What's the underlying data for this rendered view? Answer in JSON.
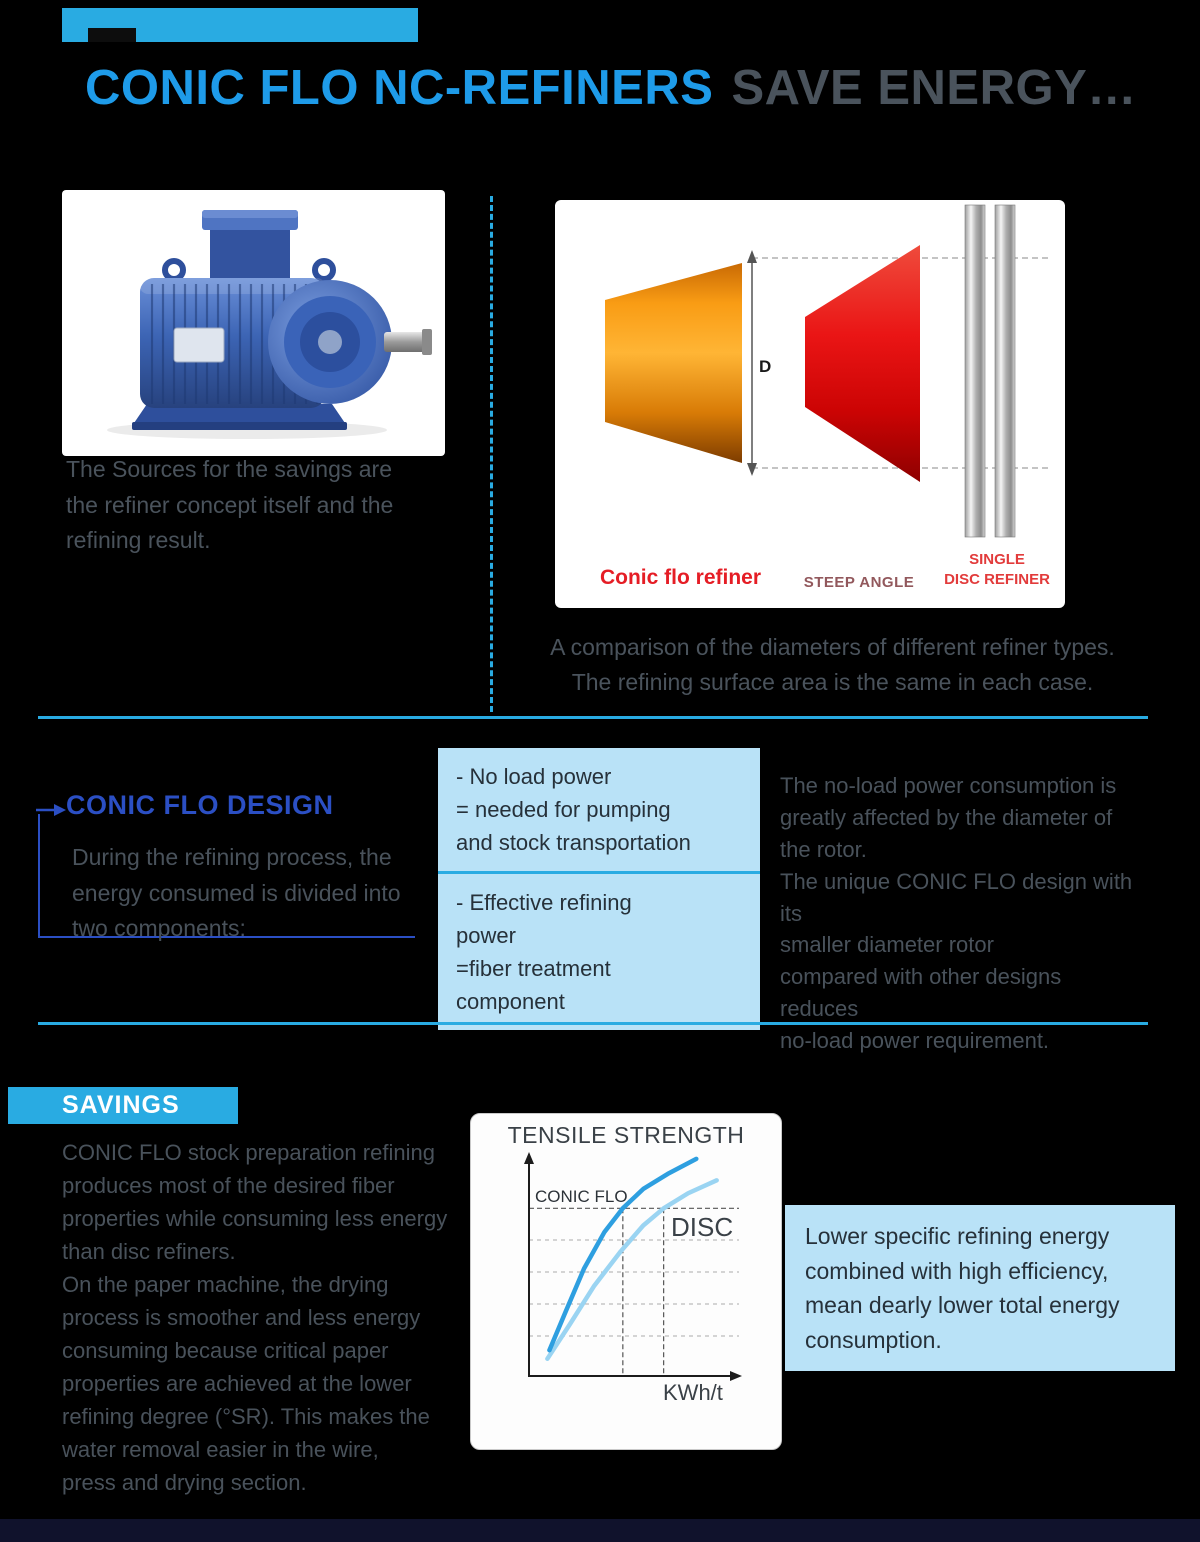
{
  "header": {
    "title_primary": "CONIC FLO NC-REFINERS",
    "title_secondary": "SAVE ENERGY…"
  },
  "intro": {
    "sources_text": "The Sources for the savings are\nthe refiner concept itself and the\nrefining result.",
    "diagram": {
      "dimension_label": "D",
      "label_conic": "Conic flo refiner",
      "label_steep": "STEEP ANGLE",
      "label_disc": "SINGLE\nDISC REFINER",
      "caption_line1": "A comparison of the diameters of different refiner types.",
      "caption_line2": "The refining surface area is the same in each case."
    }
  },
  "design": {
    "heading": "CONIC FLO DESIGN",
    "intro_text": "During the refining process, the\nenergy consumed is divided into\ntwo components:",
    "box_no_load": "- No load power\n= needed for pumping\nand stock transportation",
    "box_effective": "- Effective refining\npower\n=fiber treatment\ncomponent",
    "right_text": "The no-load power consumption is\ngreatly affected by the diameter of\nthe rotor.\nThe unique CONIC FLO design with its\nsmaller diameter rotor\ncompared with other designs reduces\nno-load power requirement."
  },
  "savings": {
    "heading": "SAVINGS",
    "para1": "CONIC FLO stock preparation refining\nproduces most of the desired fiber\nproperties while consuming less energy\nthan disc refiners.",
    "para2": "On the paper machine, the drying\nprocess is smoother and less energy\nconsuming because critical paper\nproperties are achieved at the lower\nrefining degree (°SR). This makes the\nwater removal easier in the wire,\npress and drying section.",
    "callout": "Lower specific refining energy\ncombined with high efficiency,\nmean dearly lower total energy\nconsumption."
  },
  "chart_data": {
    "type": "line",
    "title": "TENSILE STRENGTH",
    "xlabel": "KWh/t",
    "ylabel": "",
    "grid": "dashed-horizontal",
    "legend": "inline-labels",
    "series": [
      {
        "name": "CONIC FLO",
        "color": "#2e9fe0",
        "points": [
          [
            10,
            12
          ],
          [
            18,
            30
          ],
          [
            27,
            50
          ],
          [
            37,
            67
          ],
          [
            46,
            78
          ],
          [
            56,
            87
          ],
          [
            68,
            94
          ],
          [
            82,
            101
          ]
        ]
      },
      {
        "name": "DISC",
        "color": "#9ad4f2",
        "points": [
          [
            9,
            8
          ],
          [
            20,
            24
          ],
          [
            32,
            42
          ],
          [
            45,
            58
          ],
          [
            56,
            70
          ],
          [
            66,
            78
          ],
          [
            78,
            85
          ],
          [
            92,
            91
          ]
        ]
      }
    ],
    "guides": {
      "level": 78,
      "x_conic": 46,
      "x_disc": 66
    }
  },
  "colors": {
    "accent_cyan": "#29abe2",
    "title_blue": "#1e9be9",
    "heading_blue": "#2b4fc4",
    "label_red": "#e51d25",
    "light_blue_box": "#b9e2f7",
    "body_gray": "#49525b"
  }
}
